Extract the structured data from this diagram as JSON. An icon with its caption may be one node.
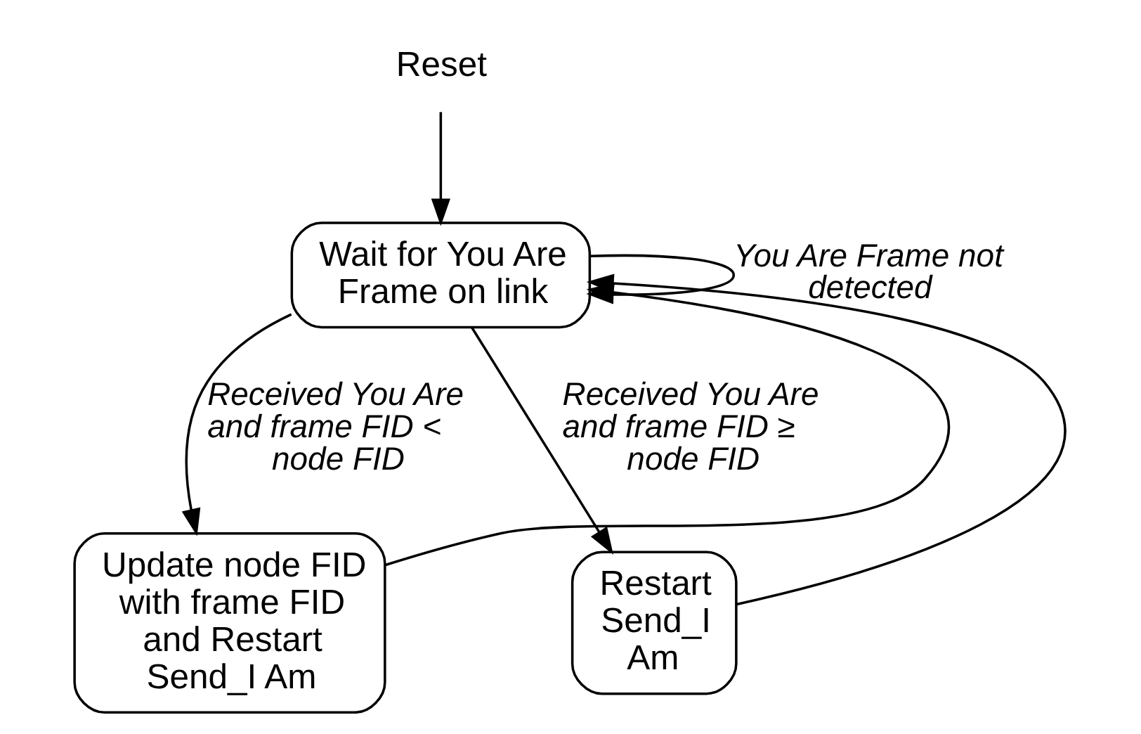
{
  "diagram": {
    "nodes": [
      {
        "text": [
          "Reset"
        ]
      },
      {
        "text": [
          "Wait for You Are Frame on link"
        ]
      },
      {
        "text": [
          "Update node FID with frame FID and Restart Send_I Am"
        ]
      },
      {
        "text": [
          "Restart Send_I Am"
        ]
      }
    ],
    "edges": [
      {
        "from": 0,
        "to": 1,
        "arrow": "to"
      },
      {
        "from": 1,
        "to": 1,
        "arrow": "to",
        "label": "You Are Frame not detected"
      },
      {
        "from": 1,
        "to": 2,
        "arrow": "to",
        "label": "Received You Are and frame FID < node FID"
      },
      {
        "from": 1,
        "to": 3,
        "arrow": "to",
        "label": "Received You Are and frame FID ≥ node FID"
      },
      {
        "from": 2,
        "to": 1,
        "arrow": "to"
      },
      {
        "from": 3,
        "to": 1,
        "arrow": "to"
      }
    ]
  }
}
